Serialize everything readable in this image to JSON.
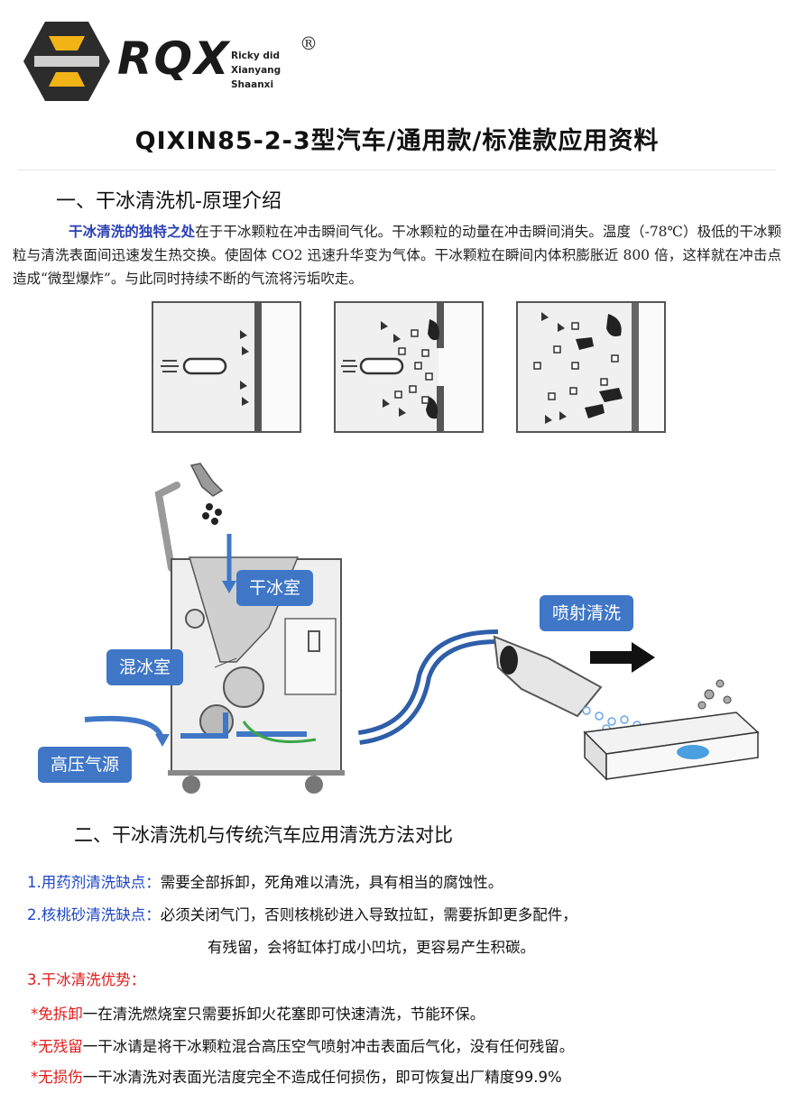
{
  "header": {
    "brand": "RQX",
    "brand_sub": [
      "Ricky did",
      "Xianyang",
      "Shaanxi"
    ],
    "registered": "®",
    "title": "QIXIN85-2-3型汽车/通用款/标准款应用资料"
  },
  "section1": {
    "heading": "一、干冰清洗机-原理介绍",
    "intro_highlight": "干冰清洗的独特之处",
    "intro_text": "在于干冰颗粒在冲击瞬间气化。干冰颗粒的动量在冲击瞬间消失。温度（-78℃）极低的干冰颗粒与清洗表面间迅速发生热交换。使固体 CO2 迅速升华变为气体。干冰颗粒在瞬间内体积膨胀近 800 倍，这样就在冲击点造成“微型爆炸”。与此同时持续不断的气流将污垢吹走。"
  },
  "diagram": {
    "label_dry_ice_chamber": "干冰室",
    "label_mix_chamber": "混冰室",
    "label_air_source": "高压气源",
    "label_spray": "喷射清洗"
  },
  "section2": {
    "heading": "二、干冰清洗机与传统汽车应用清洗方法对比",
    "item1_label": "1.用药剂清洗缺点",
    "item1_sep": "：",
    "item1_text": "需要全部拆卸，死角难以清洗，具有相当的腐蚀性。",
    "item2_label": "2.核桃砂清洗缺点",
    "item2_sep": "：",
    "item2_text": "必须关闭气门，否则核桃砂进入导致拉缸，需要拆卸更多配件，",
    "item2_text_cont": "有残留，会将缸体打成小凹坑，更容易产生积碳。",
    "item3_label": "3.干冰清洗优势：",
    "adv1_label": "*免拆卸",
    "adv1_text": "一在清洗燃烧室只需要拆卸火花塞即可快速清洗，节能环保。",
    "adv2_label": "*无残留",
    "adv2_text": "一干冰请是将干冰颗粒混合高压空气喷射冲击表面后气化，没有任何残留。",
    "adv3_label": "*无损伤",
    "adv3_text": "一干冰清洗对表面光洁度完全不造成任何损伤，即可恢复出厂精度99.9%"
  },
  "colors": {
    "callout_blue": "#3f76c6",
    "list_blue": "#1e46c6",
    "list_red": "#e11b1b",
    "logo_yellow": "#f2b316"
  },
  "icons": [
    "rqx-logo-icon",
    "dry-ice-scoop-icon",
    "arrow-right-icon"
  ]
}
